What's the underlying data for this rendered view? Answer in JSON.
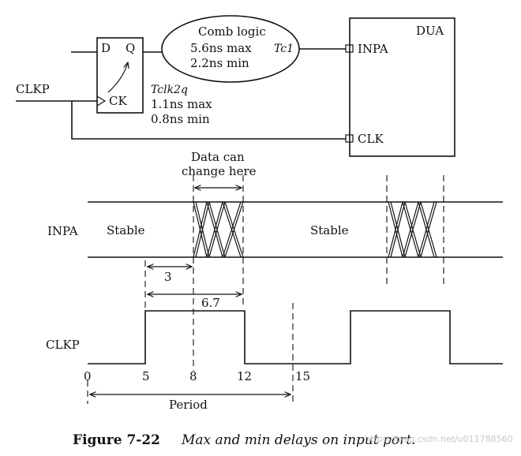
{
  "schematic": {
    "flop": {
      "d_label": "D",
      "q_label": "Q",
      "ck_label": "CK"
    },
    "clkp_label": "CLKP",
    "comb": {
      "title": "Comb logic",
      "max": "5.6ns max",
      "min": "2.2ns min"
    },
    "tc1_label": "Tc1",
    "tclk2q": {
      "name": "Tclk2q",
      "max": "1.1ns max",
      "min": "0.8ns min"
    },
    "dua": {
      "title": "DUA",
      "inpa_label": "INPA",
      "clk_label": "CLK"
    }
  },
  "timing": {
    "data_change_label_line1": "Data can",
    "data_change_label_line2": "change here",
    "inpa_label": "INPA",
    "stable_label": "Stable",
    "dim_3": "3",
    "dim_6_7": "6.7",
    "clkp_label": "CLKP",
    "ticks": [
      "0",
      "5",
      "8",
      "12",
      "15"
    ],
    "period_label": "Period"
  },
  "caption": {
    "number": "Figure 7-22",
    "text": "Max and min delays on input port."
  },
  "watermark": "https://blog.csdn.net/u011788560"
}
